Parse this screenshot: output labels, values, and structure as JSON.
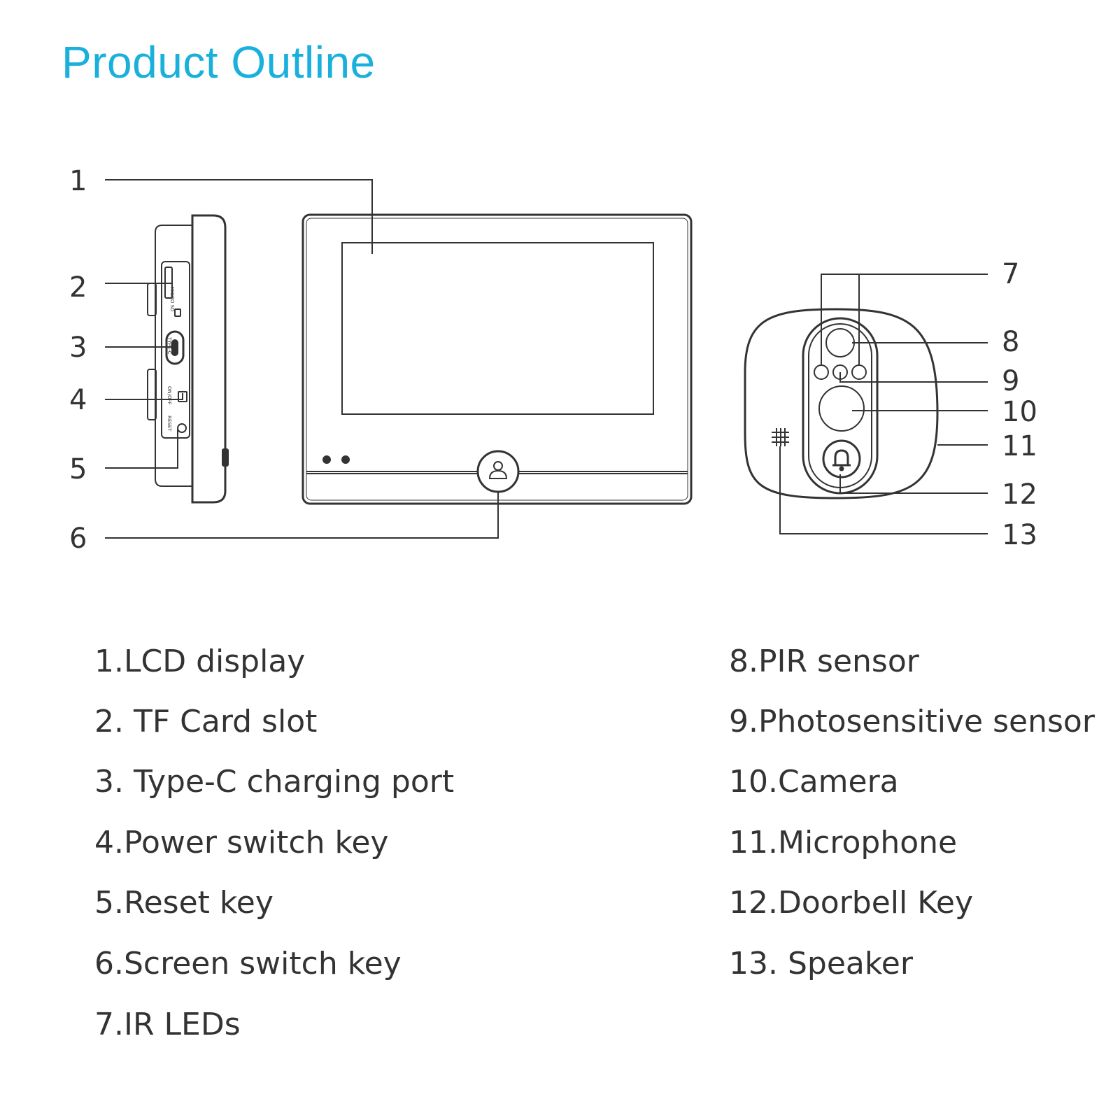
{
  "title": "Product Outline",
  "accent_color": "#1ab0dc",
  "line_color": "#333333",
  "callout_numbers": [
    "1",
    "2",
    "3",
    "4",
    "5",
    "6",
    "7",
    "8",
    "9",
    "10",
    "11",
    "12",
    "13"
  ],
  "side_port_labels": [
    "MICRO SD",
    "TYPE-C",
    "ON/OFF",
    "RESET"
  ],
  "legend_left": [
    "1.LCD display",
    "2. TF Card slot",
    "3. Type-C  charging port",
    "4.Power switch key",
    "5.Reset key",
    "6.Screen switch key",
    "7.IR LEDs"
  ],
  "legend_right": [
    "8.PIR sensor",
    "9.Photosensitive sensor",
    "10.Camera",
    "11.Microphone",
    "12.Doorbell Key",
    "13. Speaker"
  ],
  "icons": [
    "bell-icon",
    "user-icon",
    "speaker-grille-icon"
  ]
}
